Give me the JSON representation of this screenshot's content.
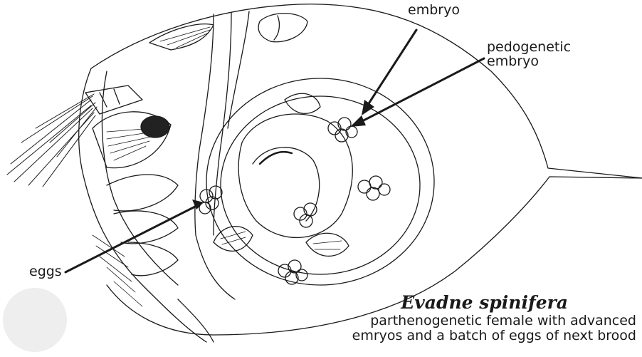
{
  "figure": {
    "labels": {
      "embryo": "embryo",
      "pedogenetic_line1": "pedogenetic",
      "pedogenetic_line2": "embryo",
      "eggs": "eggs"
    },
    "caption": {
      "title": "Evadne spinifera",
      "line1": "parthenogenetic female with advanced",
      "line2": "emryos and a batch of eggs of next brood"
    },
    "colors": {
      "ink": "#1a1a1a",
      "background": "#ffffff",
      "circle": "#eeeeee"
    }
  }
}
